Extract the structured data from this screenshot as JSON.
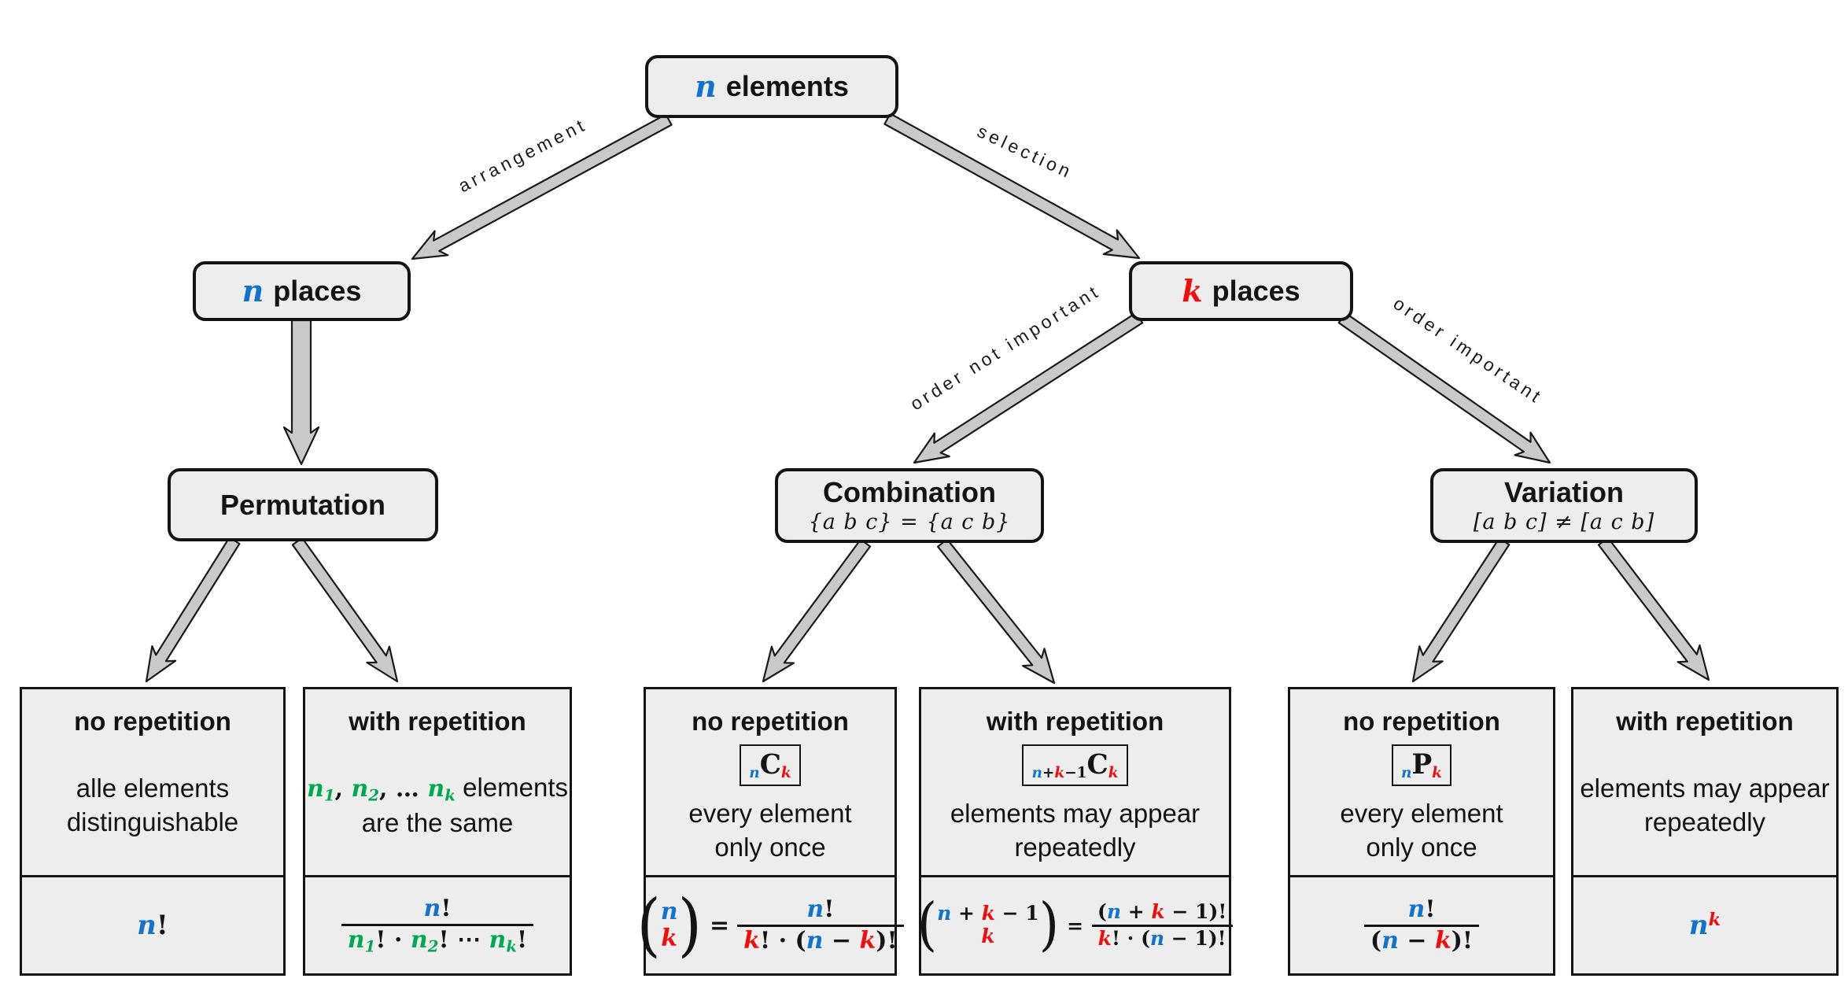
{
  "palette": {
    "accent_blue": "#1273cc",
    "accent_red": "#f20c0c",
    "accent_green": "#00a94f",
    "box_fill": "#ededed",
    "box_border": "#141414",
    "arrow_fill": "#c9c9c9"
  },
  "nodes": {
    "root": {
      "var": "n",
      "label": "elements"
    },
    "n_places": {
      "var": "n",
      "label": "places"
    },
    "k_places": {
      "var": "k",
      "label": "places"
    },
    "permutation": {
      "title": "Permutation"
    },
    "combination": {
      "title": "Combination",
      "math": "{a b c} = {a c b}"
    },
    "variation": {
      "title": "Variation",
      "math": "[a b c] ≠ [a c b]"
    }
  },
  "edges": {
    "arrangement": "arrangement",
    "selection": "selection",
    "order_not_important": "order not important",
    "order_important": "order important"
  },
  "leaves": [
    {
      "header": "no repetition",
      "desc_lines": [
        "alle elements",
        "distinguishable"
      ],
      "formula": [
        {
          "t": "n",
          "c": "blue"
        },
        {
          "t": "!",
          "r": 1
        }
      ]
    },
    {
      "header": "with repetition",
      "desc_math": [
        {
          "t": "n",
          "c": "green"
        },
        {
          "t": "1",
          "c": "green",
          "v": "sub"
        },
        {
          "t": ", ",
          "r": 1
        },
        {
          "t": "n",
          "c": "green"
        },
        {
          "t": "2",
          "c": "green",
          "v": "sub"
        },
        {
          "t": ", … ",
          "r": 1
        },
        {
          "t": "n",
          "c": "green"
        },
        {
          "t": "k",
          "c": "green",
          "v": "sub"
        },
        {
          "t": " elements",
          "f": 1
        }
      ],
      "desc_line2": "are the same",
      "frac_num": [
        {
          "t": "n",
          "c": "blue"
        },
        {
          "t": "!",
          "r": 1
        }
      ],
      "frac_den": [
        {
          "t": "n",
          "c": "green"
        },
        {
          "t": "1",
          "c": "green",
          "v": "sub"
        },
        {
          "t": "!",
          "r": 1
        },
        {
          "t": " · ",
          "r": 1
        },
        {
          "t": "n",
          "c": "green"
        },
        {
          "t": "2",
          "c": "green",
          "v": "sub"
        },
        {
          "t": "!",
          "r": 1
        },
        {
          "t": " ⋯ ",
          "r": 1
        },
        {
          "t": "n",
          "c": "green"
        },
        {
          "t": "k",
          "c": "green",
          "v": "sub"
        },
        {
          "t": "!",
          "r": 1
        }
      ]
    },
    {
      "header": "no repetition",
      "badge": [
        {
          "t": "n",
          "c": "blue",
          "v": "sub"
        },
        {
          "t": "C",
          "g": 1
        },
        {
          "t": "k",
          "c": "red",
          "v": "sub"
        }
      ],
      "desc_lines": [
        "every element",
        "only once"
      ],
      "paren_open": "(",
      "paren_close": ")",
      "eq": "=",
      "binom_top": [
        {
          "t": "n",
          "c": "blue"
        }
      ],
      "binom_bottom": [
        {
          "t": "k",
          "c": "red"
        }
      ],
      "frac_num": [
        {
          "t": "n",
          "c": "blue"
        },
        {
          "t": "!",
          "r": 1
        }
      ],
      "frac_den": [
        {
          "t": "k",
          "c": "red"
        },
        {
          "t": "!",
          "r": 1
        },
        {
          "t": " · (",
          "r": 1
        },
        {
          "t": "n",
          "c": "blue"
        },
        {
          "t": " − ",
          "r": 1
        },
        {
          "t": "k",
          "c": "red"
        },
        {
          "t": ")!",
          "r": 1
        }
      ]
    },
    {
      "header": "with repetition",
      "badge": [
        {
          "t": "n",
          "c": "blue",
          "v": "sub"
        },
        {
          "t": "+",
          "r": 1,
          "v": "sub"
        },
        {
          "t": "k",
          "c": "red",
          "v": "sub"
        },
        {
          "t": "−1",
          "r": 1,
          "v": "sub"
        },
        {
          "t": "C",
          "g": 1
        },
        {
          "t": "k",
          "c": "red",
          "v": "sub"
        }
      ],
      "desc_lines": [
        "elements may appear",
        "repeatedly"
      ],
      "paren_open": "(",
      "paren_close": ")",
      "eq": "=",
      "binom_top": [
        {
          "t": "n",
          "c": "blue"
        },
        {
          "t": " + ",
          "r": 1
        },
        {
          "t": "k",
          "c": "red"
        },
        {
          "t": " − 1",
          "r": 1
        }
      ],
      "binom_bottom": [
        {
          "t": "k",
          "c": "red"
        }
      ],
      "frac_num": [
        {
          "t": "(",
          "r": 1
        },
        {
          "t": "n",
          "c": "blue"
        },
        {
          "t": " + ",
          "r": 1
        },
        {
          "t": "k",
          "c": "red"
        },
        {
          "t": " − 1",
          "r": 1
        },
        {
          "t": ")!",
          "r": 1
        }
      ],
      "frac_den": [
        {
          "t": "k",
          "c": "red"
        },
        {
          "t": "!",
          "r": 1
        },
        {
          "t": " · (",
          "r": 1
        },
        {
          "t": "n",
          "c": "blue"
        },
        {
          "t": " − 1",
          "r": 1
        },
        {
          "t": ")!",
          "r": 1
        }
      ]
    },
    {
      "header": "no repetition",
      "badge": [
        {
          "t": "n",
          "c": "blue",
          "v": "sub"
        },
        {
          "t": "P",
          "g": 1
        },
        {
          "t": "k",
          "c": "red",
          "v": "sub"
        }
      ],
      "desc_lines": [
        "every element",
        "only once"
      ],
      "frac_num": [
        {
          "t": "n",
          "c": "blue"
        },
        {
          "t": "!",
          "r": 1
        }
      ],
      "frac_den": [
        {
          "t": "(",
          "r": 1
        },
        {
          "t": "n",
          "c": "blue"
        },
        {
          "t": " − ",
          "r": 1
        },
        {
          "t": "k",
          "c": "red"
        },
        {
          "t": ")!",
          "r": 1
        }
      ]
    },
    {
      "header": "with repetition",
      "desc_lines": [
        "elements may appear",
        "repeatedly"
      ],
      "formula": [
        {
          "t": "n",
          "c": "blue"
        },
        {
          "t": "k",
          "c": "red",
          "v": "sup"
        }
      ]
    }
  ]
}
